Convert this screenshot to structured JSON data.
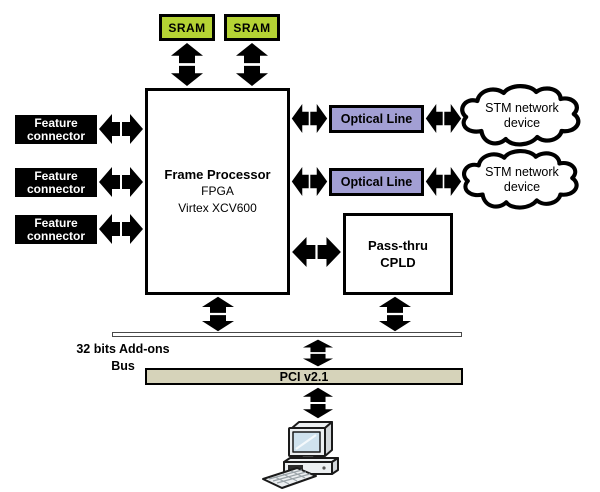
{
  "colors": {
    "sram_fill": "#b5d334",
    "optical_fill": "#a29fd4",
    "pci_fill": "#d6d3ba",
    "feature_fill": "#000000"
  },
  "sram": [
    {
      "label": "SRAM"
    },
    {
      "label": "SRAM"
    }
  ],
  "fpga": {
    "line1": "Frame Processor",
    "line2": "FPGA",
    "line3": "Virtex XCV600"
  },
  "feature_connectors": [
    {
      "line1": "Feature",
      "line2": "connector"
    },
    {
      "line1": "Feature",
      "line2": "connector"
    },
    {
      "line1": "Feature",
      "line2": "connector"
    }
  ],
  "optical_lines": [
    {
      "label": "Optical Line"
    },
    {
      "label": "Optical Line"
    }
  ],
  "stm_clouds": [
    {
      "line1": "STM network",
      "line2": "device"
    },
    {
      "line1": "STM network",
      "line2": "device"
    }
  ],
  "cpld": {
    "line1": "Pass-thru",
    "line2": "CPLD"
  },
  "addons_bus": {
    "line1": "32 bits Add-ons",
    "line2": "Bus"
  },
  "pci": {
    "label": "PCI v2.1"
  },
  "icons": {
    "computer": "desktop-computer-icon"
  }
}
